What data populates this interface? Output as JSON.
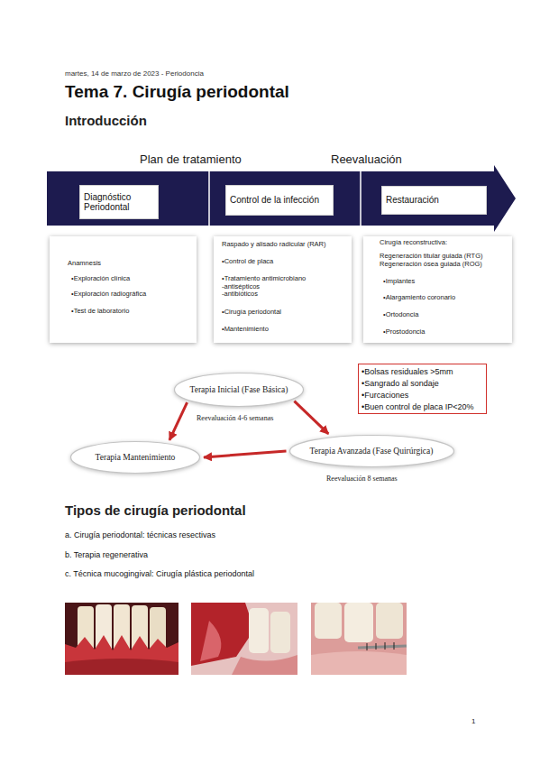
{
  "diagram": {
    "title": "Tema 7. Cirugía periodontal",
    "nodes": [
      {
        "text": [
          "Plan de tratamiento",
          "Reevaluación"
        ]
      },
      {
        "text": [
          "Diagnóstico Periodontal"
        ],
        "in": 0
      },
      {
        "text": [
          "Control de la infección"
        ],
        "in": 0
      },
      {
        "text": [
          "Restauración"
        ],
        "in": 0
      },
      {
        "text": [
          "Anamnesis",
          "•Exploración clínica",
          "•Exploración radiográfica",
          "•Test de laboratorio"
        ]
      },
      {
        "text": [
          "Raspado y alisado radicular (RAR)",
          "•Control de placa",
          "•Tratamiento antimicrobiano",
          "-antisépticos",
          "-antibióticos",
          "•Cirugía periodontal",
          "•Mantenimiento"
        ]
      },
      {
        "text": [
          "Cirugía reconstructiva:",
          "Regeneración titular guiada (RTG)",
          "Regeneración ósea guiada (ROG)",
          "•Implantes",
          "•Alargamiento coronario",
          "•Ortodoncia",
          "•Prostodoncia"
        ]
      },
      {
        "text": [
          "Terapia Inicial (Fase Básica)"
        ]
      },
      {
        "text": [
          "•Bolsas residuales >5mm",
          "•Sangrado al sondaje",
          "•Furcaciones",
          "•Buen control de placa IP<20%"
        ]
      },
      {
        "text": [
          "Terapia Mantenimiento"
        ]
      },
      {
        "text": [
          "Terapia Avanzada (Fase Quirúrgica)"
        ]
      }
    ],
    "edges": [
      {
        "from": 7,
        "to": 9,
        "arrow": "to"
      },
      {
        "from": 7,
        "to": 10,
        "arrow": "to"
      },
      {
        "from": 10,
        "to": 9,
        "arrow": "to"
      }
    ],
    "labels": [
      "martes, 14 de marzo de 2023 - Periodoncia",
      "Introducción",
      "Reevaluación 4-6 semanas",
      "Reevaluación 8 semanas",
      "Tipos de cirugía periodontal",
      "a. Cirugía periodontal: técnicas resectivas",
      "b. Terapia regenerativa",
      "c. Técnica mucogingival: Cirugía plástica periodontal",
      "1"
    ]
  }
}
